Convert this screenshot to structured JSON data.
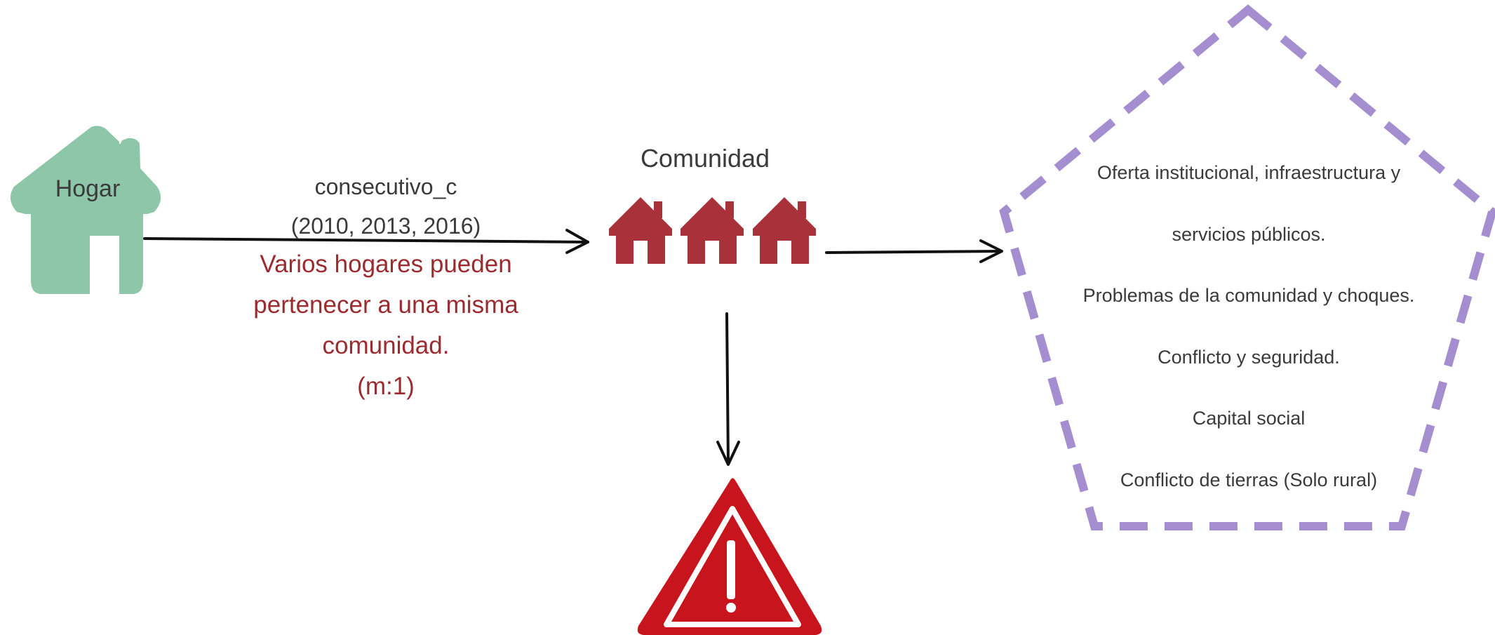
{
  "hogar": {
    "label": "Hogar",
    "color": "#8ec6aa"
  },
  "link": {
    "key": "consecutivo_c",
    "years": "(2010, 2013, 2016)",
    "note_lines": [
      "Varios hogares pueden",
      "pertenecer a una misma",
      "comunidad.",
      "(m:1)"
    ],
    "note_color": "#9b2b2f"
  },
  "comunidad": {
    "label": "Comunidad",
    "color": "#a8313a"
  },
  "modules": {
    "border_color": "#a58ed0",
    "items": [
      "Oferta institucional, infraestructura y",
      "servicios públicos.",
      "Problemas de la comunidad y choques.",
      "Conflicto y seguridad.",
      "Capital social",
      "Conflicto de tierras (Solo rural)"
    ]
  },
  "warning": {
    "icon": "warning-icon",
    "color": "#c8141c"
  }
}
